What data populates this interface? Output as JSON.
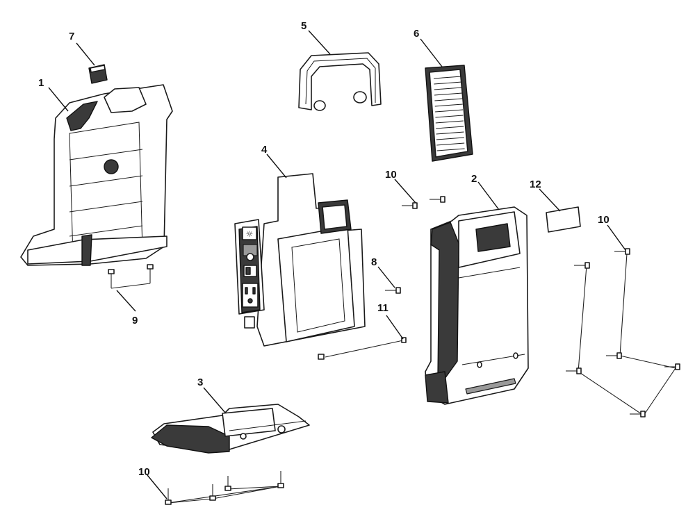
{
  "diagram": {
    "callouts": [
      {
        "id": "c1",
        "text": "1"
      },
      {
        "id": "c2",
        "text": "2"
      },
      {
        "id": "c3",
        "text": "3"
      },
      {
        "id": "c4",
        "text": "4"
      },
      {
        "id": "c5",
        "text": "5"
      },
      {
        "id": "c6",
        "text": "6"
      },
      {
        "id": "c7",
        "text": "7"
      },
      {
        "id": "c8",
        "text": "8"
      },
      {
        "id": "c9",
        "text": "9"
      },
      {
        "id": "c10a",
        "text": "10"
      },
      {
        "id": "c10b",
        "text": "10"
      },
      {
        "id": "c10c",
        "text": "10"
      },
      {
        "id": "c11",
        "text": "11"
      },
      {
        "id": "c12",
        "text": "12"
      }
    ]
  },
  "colors": {
    "line": "#1a1a1a",
    "dark": "#3a3a3a",
    "mid": "#9a9a9a",
    "background": "#ffffff"
  }
}
